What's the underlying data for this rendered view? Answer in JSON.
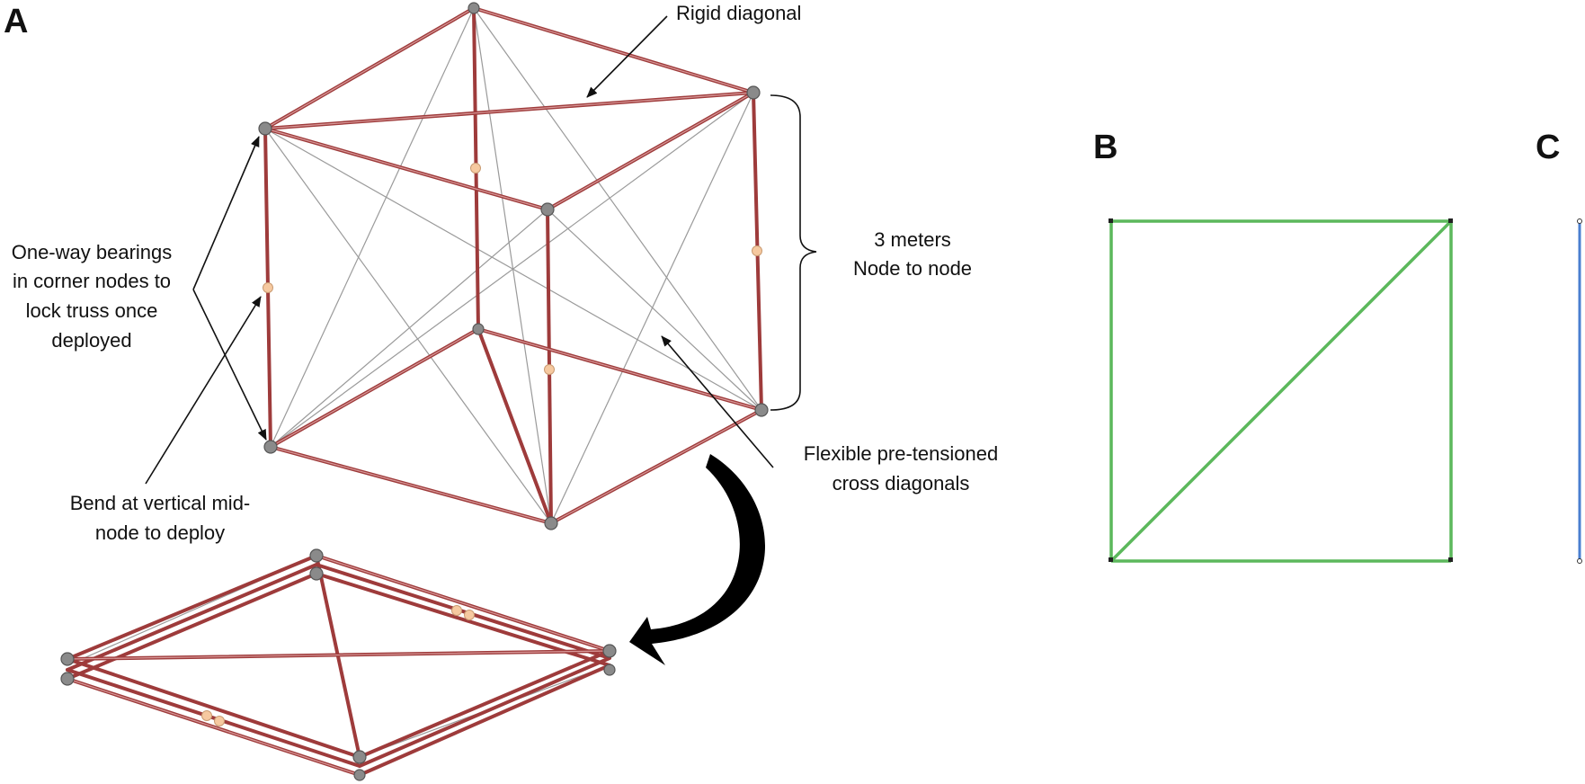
{
  "panels": {
    "a": "A",
    "b": "B",
    "c": "C"
  },
  "annotations": {
    "rigid_diagonal": "Rigid diagonal",
    "three_meters": [
      "3 meters",
      "Node to node"
    ],
    "bearings": [
      "One-way bearings",
      "in corner nodes to",
      "lock truss once",
      "deployed"
    ],
    "flexible": [
      "Flexible pre-tensioned",
      "cross diagonals"
    ],
    "bend": [
      "Bend at vertical mid-",
      "node to deploy"
    ]
  },
  "colors": {
    "strut": "#9e3b3b",
    "cable": "#9a9a9a",
    "node": "#8a8a8a",
    "mid_node": "#f6c9a0",
    "panel_b_truss": "#5cb85c",
    "panel_c_truss": "#4a7fd0"
  }
}
